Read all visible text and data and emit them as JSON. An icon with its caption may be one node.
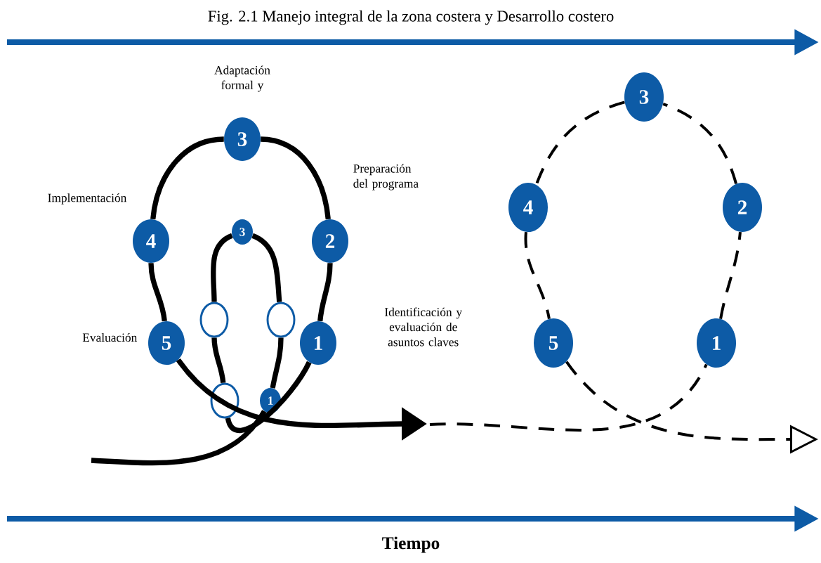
{
  "diagram": {
    "title": "Fig. 2.1 Manejo integral de la zona costera y Desarrollo costero",
    "nodes": [
      {
        "text": [
          "3"
        ],
        "beside": [
          "Adaptación formal y"
        ]
      },
      {
        "text": [
          "4"
        ],
        "beside": [
          "Implementación"
        ]
      },
      {
        "text": [
          "2"
        ],
        "beside": [
          "Preparación del programa"
        ]
      },
      {
        "text": [
          "3"
        ]
      },
      {
        "text": [],
        "shape": "circle"
      },
      {
        "text": [],
        "shape": "circle"
      },
      {
        "text": [
          "5"
        ],
        "beside": [
          "Evaluación"
        ]
      },
      {
        "text": [],
        "shape": "circle"
      },
      {
        "text": [
          "1"
        ]
      },
      {
        "text": [
          "1"
        ],
        "beside": [
          "Identificación y evaluación de asuntos claves"
        ]
      },
      {
        "text": [
          "3"
        ]
      },
      {
        "text": [
          "4"
        ]
      },
      {
        "text": [
          "2"
        ]
      },
      {
        "text": [
          "5"
        ]
      },
      {
        "text": [
          "1"
        ]
      }
    ],
    "edges": [
      {
        "from": null,
        "to": 8,
        "arrow": "none"
      },
      {
        "from": 8,
        "to": 5,
        "arrow": "none"
      },
      {
        "from": 5,
        "to": 3,
        "arrow": "none"
      },
      {
        "from": 3,
        "to": 4,
        "arrow": "none"
      },
      {
        "from": 4,
        "to": 7,
        "arrow": "none"
      },
      {
        "from": 7,
        "to": 9,
        "arrow": "none"
      },
      {
        "from": 9,
        "to": 2,
        "arrow": "none"
      },
      {
        "from": 2,
        "to": 0,
        "arrow": "none"
      },
      {
        "from": 0,
        "to": 1,
        "arrow": "none"
      },
      {
        "from": 1,
        "to": 6,
        "arrow": "none"
      },
      {
        "from": 6,
        "to": null,
        "arrow": "to"
      },
      {
        "from": null,
        "to": 14,
        "arrow": "none",
        "style": "dashed"
      },
      {
        "from": 14,
        "to": 12,
        "arrow": "none",
        "style": "dashed"
      },
      {
        "from": 12,
        "to": 10,
        "arrow": "none",
        "style": "dashed"
      },
      {
        "from": 10,
        "to": 11,
        "arrow": "none",
        "style": "dashed"
      },
      {
        "from": 11,
        "to": 13,
        "arrow": "none",
        "style": "dashed"
      },
      {
        "from": 13,
        "to": null,
        "arrow": "to",
        "style": "dashed"
      }
    ],
    "labels": [
      "Tiempo"
    ]
  }
}
